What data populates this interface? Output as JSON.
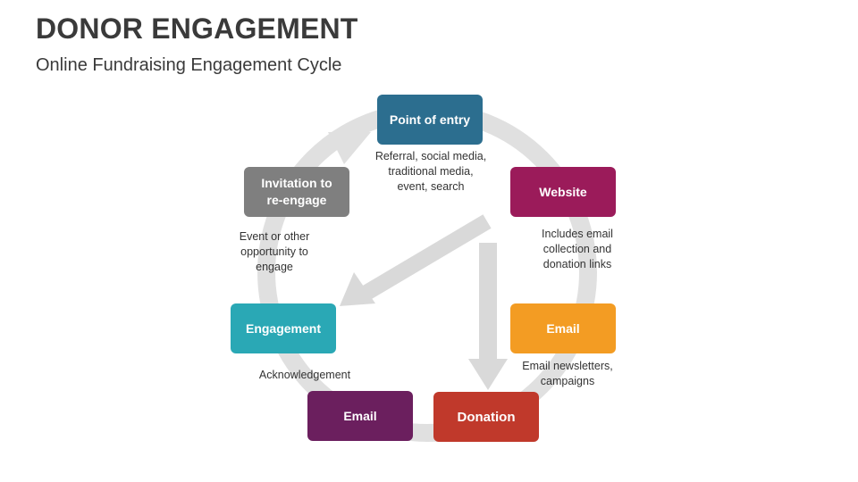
{
  "header": {
    "title": "DONOR ENGAGEMENT",
    "subtitle": "Online Fundraising Engagement Cycle"
  },
  "colors": {
    "point_of_entry": "#2c6e8f",
    "website": "#9b1b5a",
    "email_orange": "#f39c23",
    "donation": "#c0392b",
    "email_purple": "#6b1f5e",
    "engagement": "#2aa8b5",
    "invitation": "#7f7f7f",
    "arrows": "#d9d9d9"
  },
  "cycle": {
    "point_of_entry": {
      "label": "Point of entry",
      "note": "Referral, social media,\ntraditional media,\nevent, search"
    },
    "website": {
      "label": "Website",
      "note": "Includes email\ncollection and\ndonation links"
    },
    "email_top": {
      "label": "Email",
      "note": "Email newsletters,\ncampaigns"
    },
    "donation": {
      "label": "Donation"
    },
    "email_bottom": {
      "label": "Email"
    },
    "engagement": {
      "label": "Engagement",
      "note": "Acknowledgement"
    },
    "invitation": {
      "label": "Invitation to\nre-engage",
      "note": "Event or other\nopportunity to\nengage"
    }
  }
}
